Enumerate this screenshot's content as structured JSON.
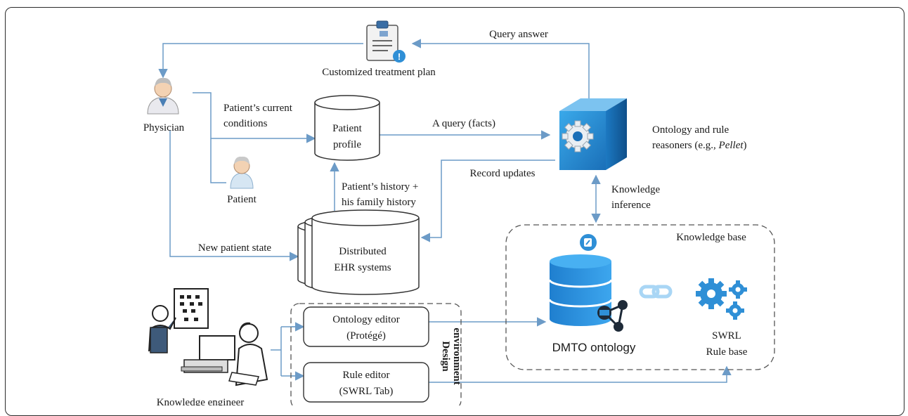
{
  "nodes": {
    "treatment_plan": "Customized treatment plan",
    "physician": "Physician",
    "patient": "Patient",
    "patient_profile": [
      "Patient",
      "profile"
    ],
    "reasoner": [
      "Ontology and rule",
      "reasoners (e.g., ",
      "Pellet",
      ")"
    ],
    "ehr": [
      "Distributed",
      "EHR systems"
    ],
    "knowledge_base": "Knowledge base",
    "dmto": "DMTO ontology",
    "swrl": [
      "SWRL",
      "Rule base"
    ],
    "ontology_editor": [
      "Ontology editor",
      "(Protégé)"
    ],
    "rule_editor": [
      "Rule editor",
      "(SWRL Tab)"
    ],
    "design_env": [
      "Design",
      "environment"
    ],
    "knowledge_engineer": "Knowledge engineer"
  },
  "edges": {
    "query_answer": "Query answer",
    "current_conditions": [
      "Patient’s current",
      "conditions"
    ],
    "query_facts": "A query (facts)",
    "record_updates": "Record updates",
    "history": [
      "Patient’s history +",
      "his family history"
    ],
    "knowledge_inference": [
      "Knowledge",
      "inference"
    ],
    "new_patient_state": "New patient state"
  },
  "colors": {
    "arrow": "#6c9bc7",
    "accent_blue": "#2f8fd6",
    "dark_icon": "#1e2a38",
    "box_border": "#333333"
  },
  "icons": [
    "clipboard-icon",
    "physician-icon",
    "patient-icon",
    "database-icon",
    "gear-cube-icon",
    "dmto-database-icon",
    "link-icon",
    "gears-icon",
    "knowledge-engineer-icon"
  ]
}
